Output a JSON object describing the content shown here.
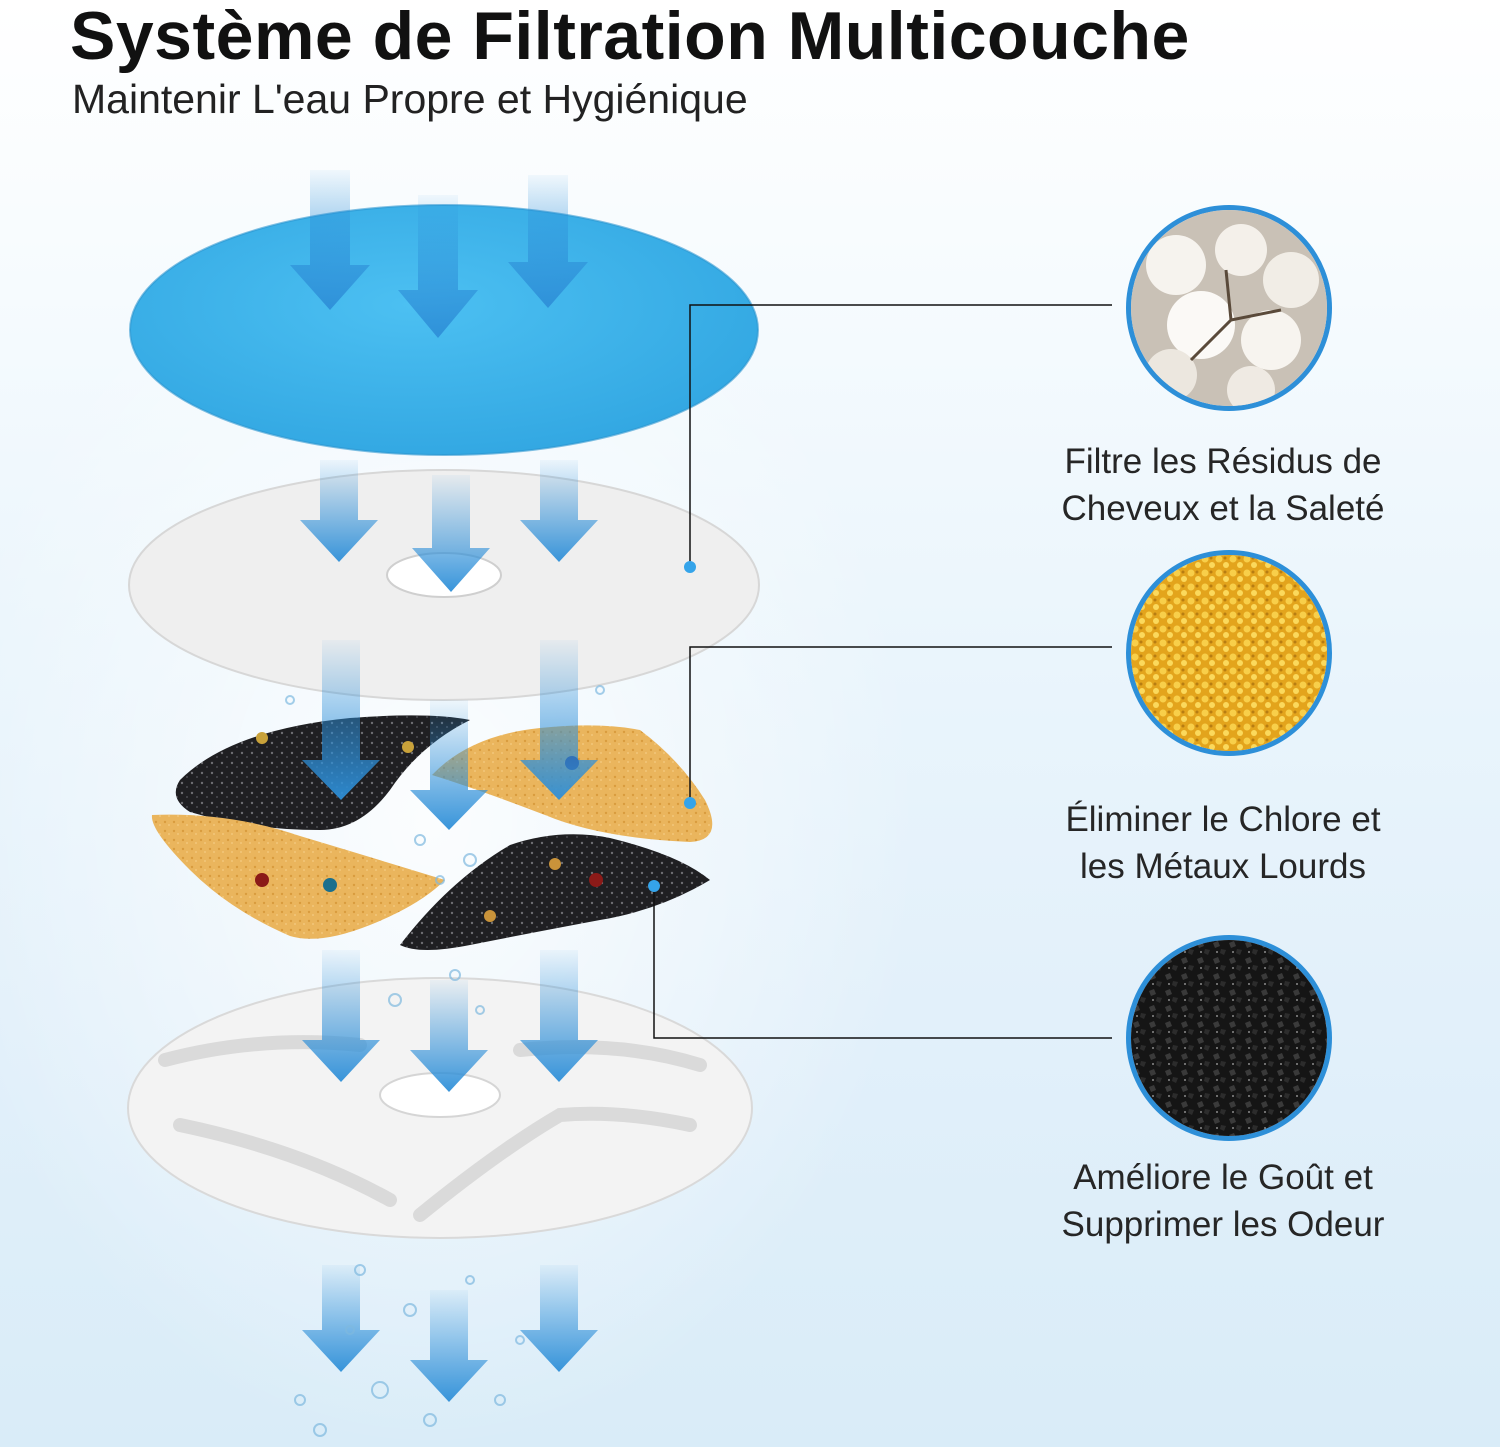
{
  "header": {
    "title": "Système de Filtration Multicouche",
    "subtitle": "Maintenir L'eau Propre et Hygiénique"
  },
  "features": [
    {
      "icon": "cotton-icon",
      "color": "#f4f1ec",
      "caption_lines": [
        "Filtre les Résidus de",
        "Cheveux et la Saleté"
      ]
    },
    {
      "icon": "resin-granules-icon",
      "color": "#f2b324",
      "caption_lines": [
        "Éliminer le Chlore et",
        "les Métaux Lourds"
      ]
    },
    {
      "icon": "activated-carbon-icon",
      "color": "#1c1c1c",
      "caption_lines": [
        "Améliore le Goût et",
        "Supprimer les Odeur"
      ]
    }
  ],
  "colors": {
    "arrow": "#2e8fd8",
    "connector": "#111111",
    "ring": "#2d8fd8",
    "sponge": "#3fb3ea"
  }
}
